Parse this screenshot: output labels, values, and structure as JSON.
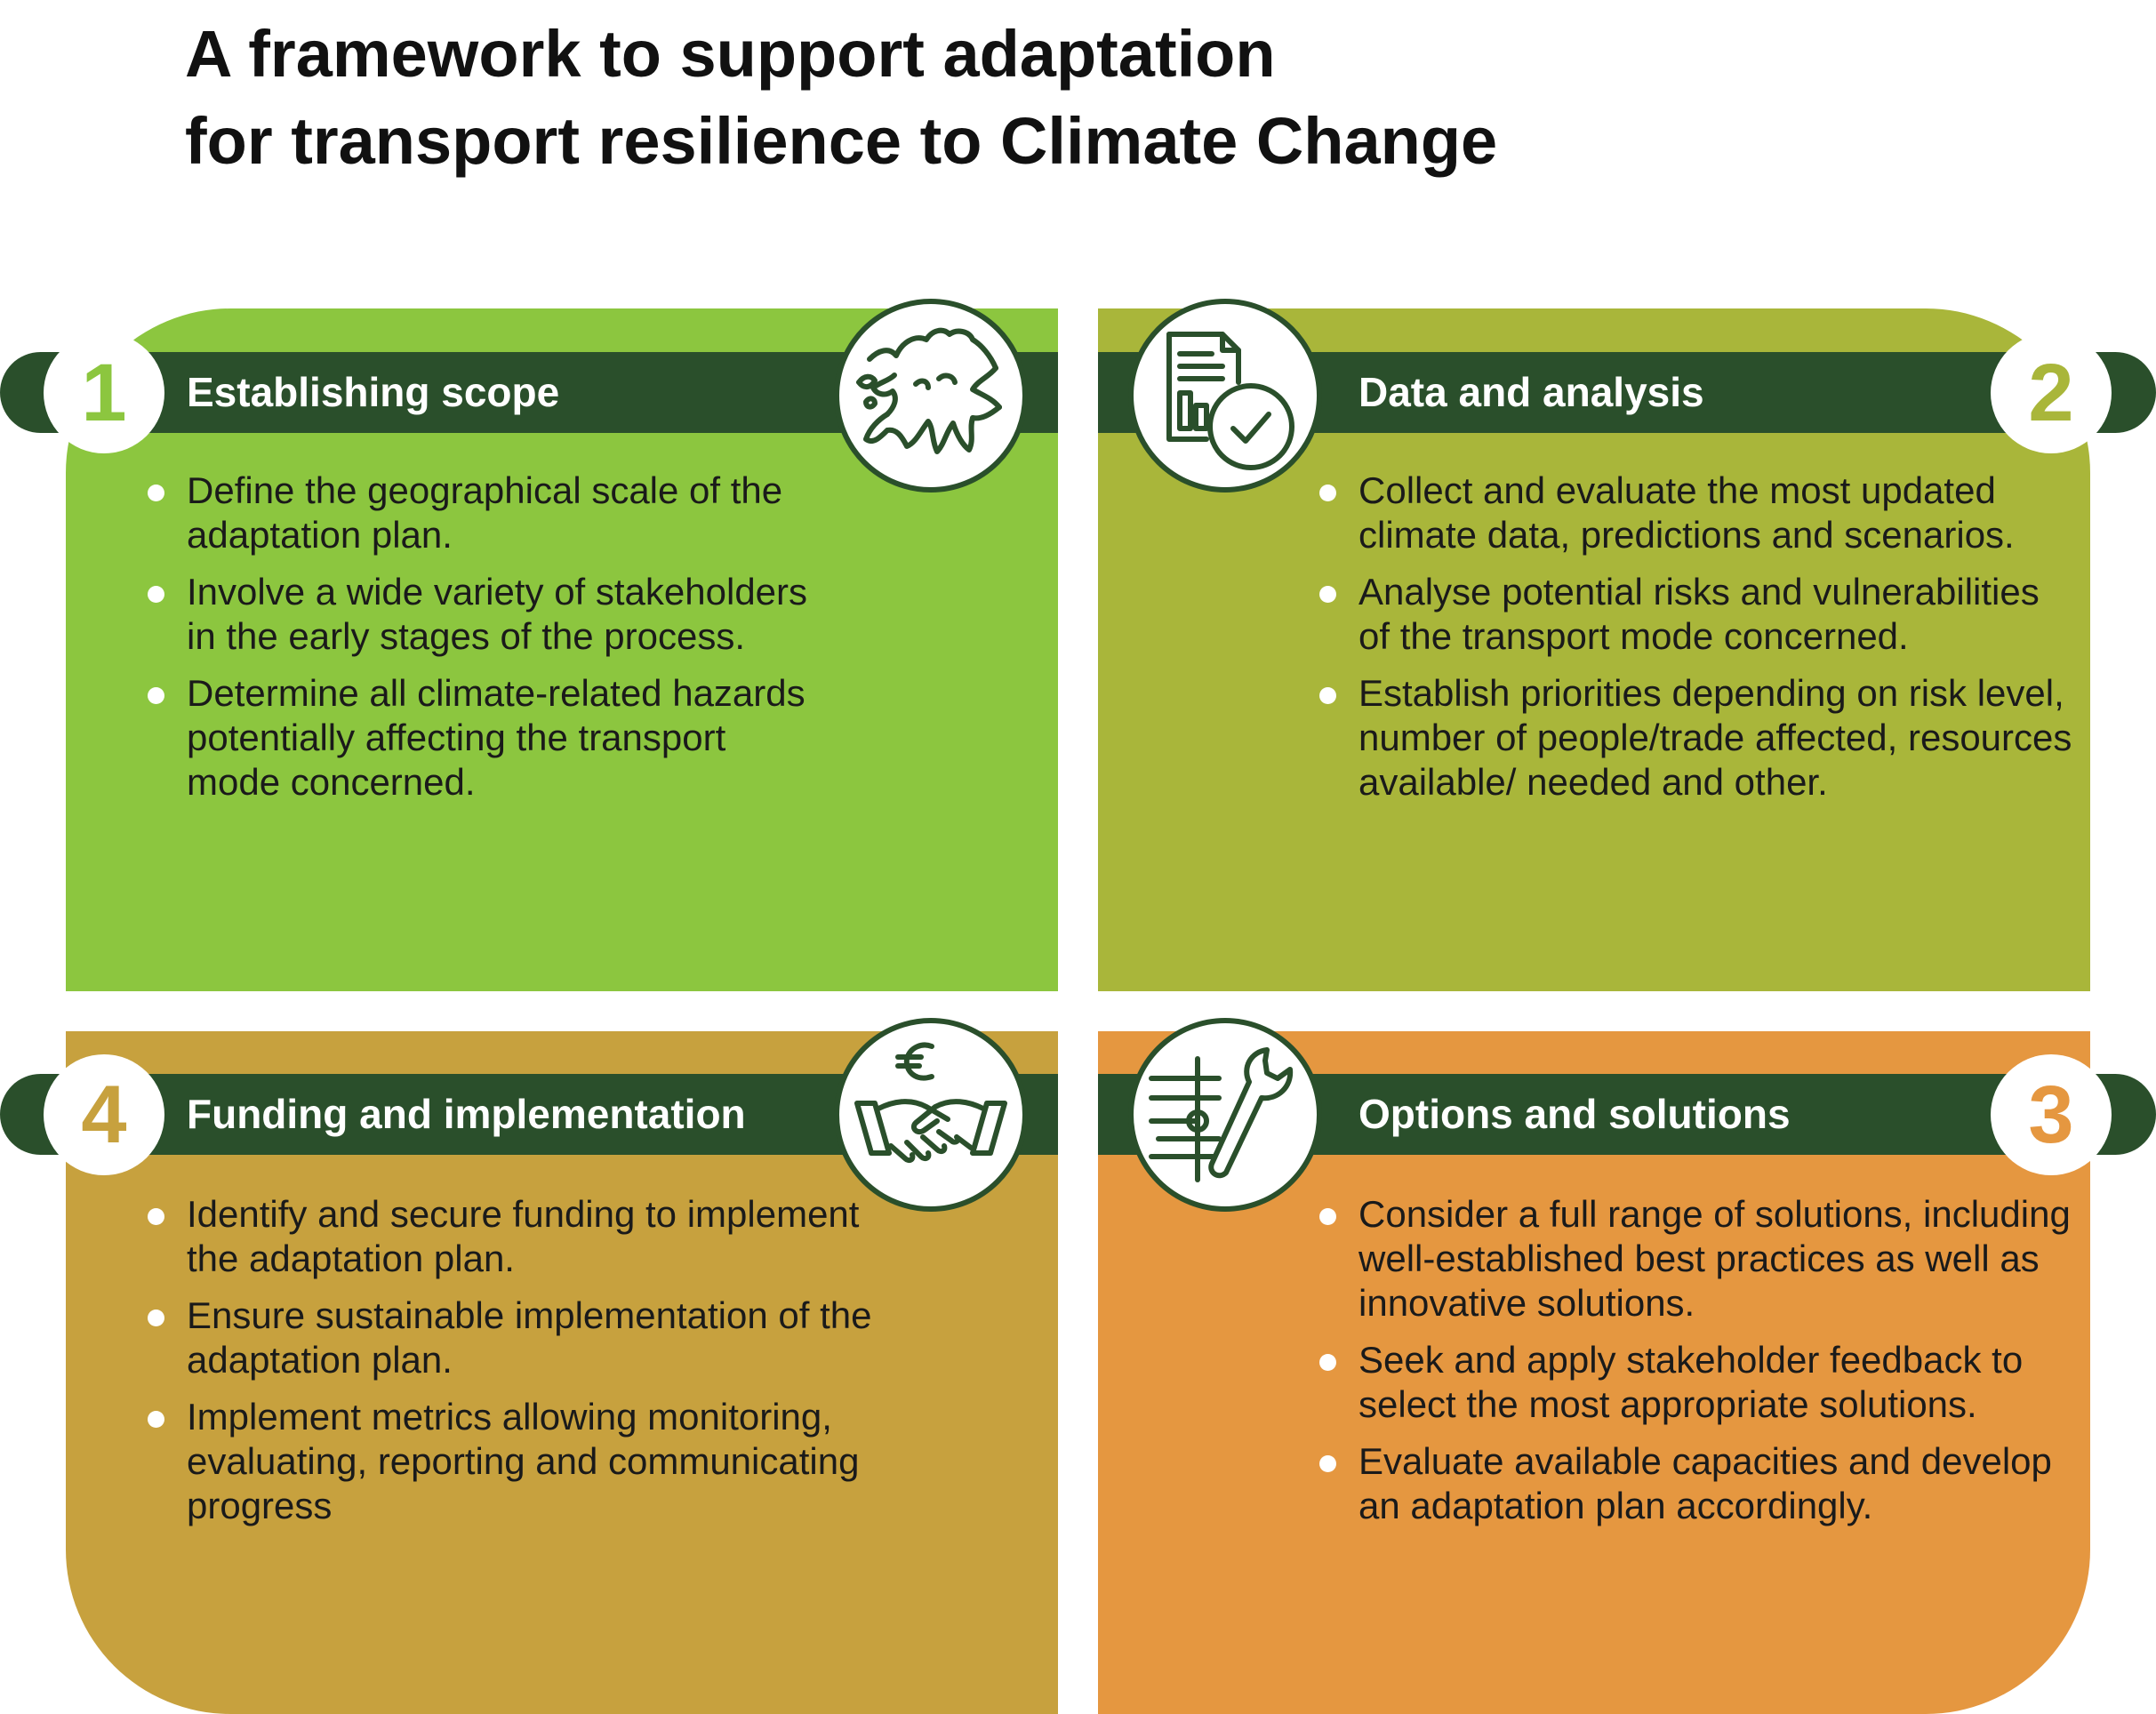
{
  "title": {
    "line1": "A framework to support adaptation",
    "line2": "for transport resilience to Climate Change"
  },
  "colors": {
    "dark_green": "#2a4f2b",
    "q1": "#8cc63f",
    "q2": "#a9b63a",
    "q3": "#e59740",
    "q4": "#c7a13e"
  },
  "quadrants": [
    {
      "number": "1",
      "heading": "Establishing scope",
      "icon": "europe-map-globe-icon",
      "points": [
        "Define the geographical scale of the adaptation plan.",
        "Involve a wide variety of stakeholders in the early stages of the process.",
        "Determine all climate-related hazards potentially affecting the transport mode concerned."
      ]
    },
    {
      "number": "2",
      "heading": "Data and analysis",
      "icon": "document-chart-clock-icon",
      "points": [
        "Collect and evaluate the most updated climate data, predictions and scenarios.",
        "Analyse potential risks and vulnerabilities of the transport mode concerned.",
        "Establish priorities depending on risk level, number of people/trade affected, resources available/ needed and other."
      ]
    },
    {
      "number": "3",
      "heading": "Options and solutions",
      "icon": "wrench-sliders-icon",
      "points": [
        "Consider a full range of solutions, including well-established best practices as well as innovative solutions.",
        "Seek and apply stakeholder feedback to select the most appropriate solutions.",
        "Evaluate available capacities and develop an adaptation plan accordingly."
      ]
    },
    {
      "number": "4",
      "heading": "Funding and implementation",
      "icon": "euro-handshake-icon",
      "points": [
        "Identify and secure funding to implement the adaptation plan.",
        "Ensure sustainable implementation of the adaptation plan.",
        "Implement metrics allowing monitoring, evaluating, reporting and communicating progress"
      ]
    }
  ]
}
